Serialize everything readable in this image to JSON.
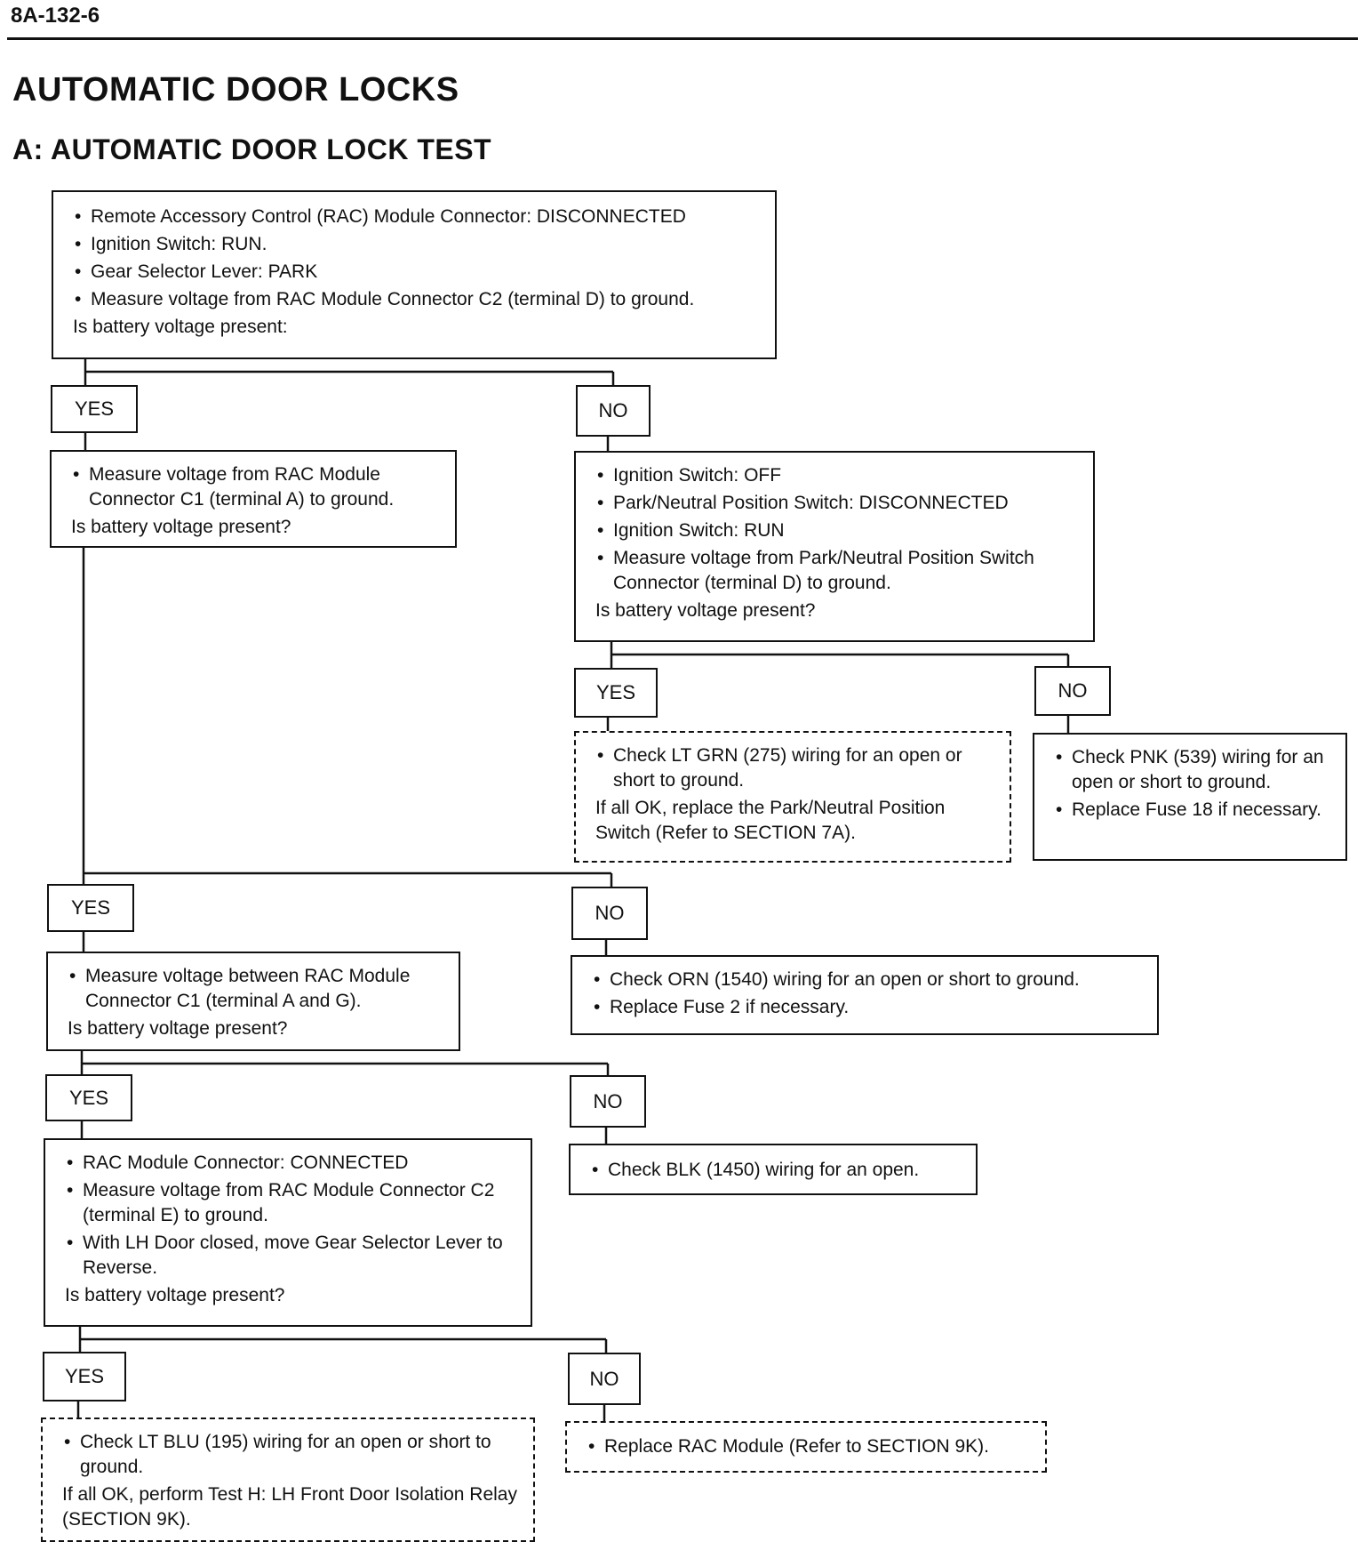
{
  "page_number": "8A-132-6",
  "title": "AUTOMATIC DOOR LOCKS",
  "subtitle": "A:  AUTOMATIC DOOR LOCK TEST",
  "labels": {
    "yes": "YES",
    "no": "NO"
  },
  "steps": {
    "s1": {
      "bullets": [
        "Remote Accessory Control (RAC) Module Connector:  DISCONNECTED",
        "Ignition Switch:  RUN.",
        "Gear Selector Lever:  PARK",
        "Measure voltage from RAC Module Connector C2 (terminal D) to ground."
      ],
      "question": "Is battery voltage present:"
    },
    "s2": {
      "bullets": [
        "Measure voltage from RAC Module Connector C1 (terminal A) to ground."
      ],
      "question": "Is battery voltage present?"
    },
    "s3": {
      "bullets": [
        "Ignition Switch:  OFF",
        "Park/Neutral Position Switch:  DISCONNECTED",
        "Ignition Switch:  RUN",
        "Measure voltage from Park/Neutral Position Switch Connector (terminal D) to ground."
      ],
      "question": "Is battery voltage present?"
    },
    "s4": {
      "bullets": [
        "Check LT GRN (275) wiring for an open or short to ground."
      ],
      "question": "If all OK, replace the Park/Neutral Position Switch (Refer to SECTION 7A)."
    },
    "s5": {
      "bullets": [
        "Check PNK (539) wiring for an open or short to ground.",
        "Replace Fuse 18 if necessary."
      ]
    },
    "s6": {
      "bullets": [
        "Measure voltage between RAC Module Connector C1 (terminal A and G)."
      ],
      "question": "Is battery voltage present?"
    },
    "s7": {
      "bullets": [
        "Check ORN (1540) wiring for an open or short to ground.",
        "Replace Fuse 2 if necessary."
      ]
    },
    "s8": {
      "bullets": [
        "RAC Module Connector:  CONNECTED",
        "Measure voltage from RAC Module Connector C2 (terminal E) to ground.",
        "With LH Door closed, move Gear Selector Lever to Reverse."
      ],
      "question": "Is battery voltage present?"
    },
    "s9": {
      "bullets": [
        "Check BLK (1450) wiring for an open."
      ]
    },
    "s10": {
      "bullets": [
        "Check LT BLU (195) wiring for an open or short to ground."
      ],
      "question": "If all OK, perform Test H: LH Front Door Isolation Relay (SECTION 9K)."
    },
    "s11": {
      "bullets": [
        "Replace RAC Module (Refer to SECTION 9K)."
      ]
    }
  }
}
